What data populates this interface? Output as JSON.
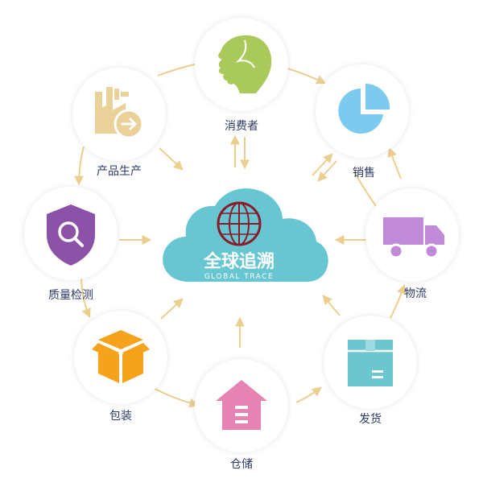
{
  "nodes": {
    "consumer": {
      "label": "消费者"
    },
    "sales": {
      "label": "销售"
    },
    "production": {
      "label": "产品生产"
    },
    "inspection": {
      "label": "质量检测"
    },
    "logistics": {
      "label": "物流"
    },
    "packaging": {
      "label": "包装"
    },
    "shipping": {
      "label": "发货"
    },
    "warehouse": {
      "label": "仓储"
    }
  },
  "center": {
    "title": "全球追溯",
    "subtitle": "GLOBAL TRACE"
  },
  "colors": {
    "arrow": "#eccf8f",
    "cloud": "#67c6d2",
    "logo": "#8a1c2a",
    "consumer_icon": "#a9c95a",
    "sales_icon": "#7ccbee",
    "production_icon": "#ead19a",
    "inspection_icon": "#8c52a8",
    "logistics_icon": "#c08ad8",
    "packaging_icon": "#f5a21c",
    "shipping_icon": "#6cc6d0",
    "warehouse_icon": "#e783b2"
  }
}
